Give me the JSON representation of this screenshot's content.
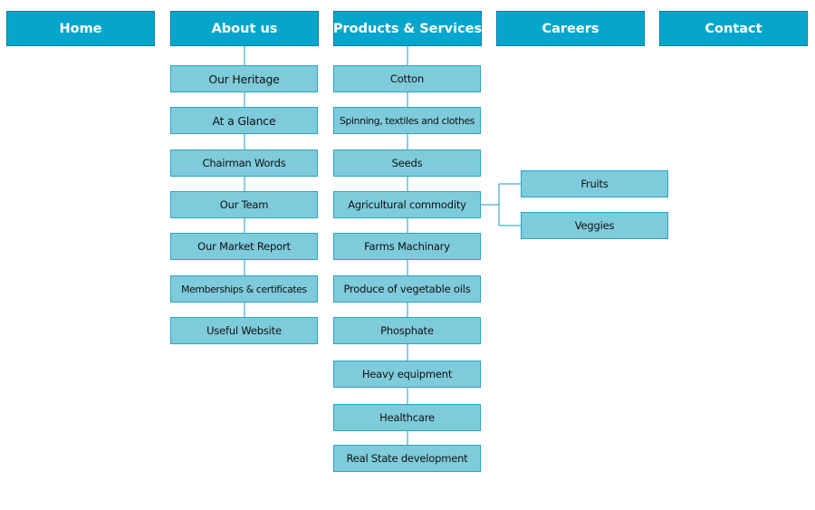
{
  "nav": {
    "home": "Home",
    "about": "About us",
    "products": "Products & Services",
    "careers": "Careers",
    "contact": "Contact"
  },
  "about_items": [
    "Our Heritage",
    "At a Glance",
    "Chairman Words",
    "Our Team",
    "Our Market Report",
    "Memberships & certificates",
    "Useful Website"
  ],
  "product_items": [
    "Cotton",
    "Spinning, textiles and clothes",
    "Seeds",
    "Agricultural commodity",
    "Farms Machinary",
    "Produce of vegetable oils",
    "Phosphate",
    "Heavy equipment",
    "Healthcare",
    "Real State development"
  ],
  "commodity_items": [
    "Fruits",
    "Veggies"
  ],
  "colors": {
    "top_fill": "#06a6cc",
    "sub_fill": "#7ecbdb",
    "connector": "#1a9ec2"
  }
}
